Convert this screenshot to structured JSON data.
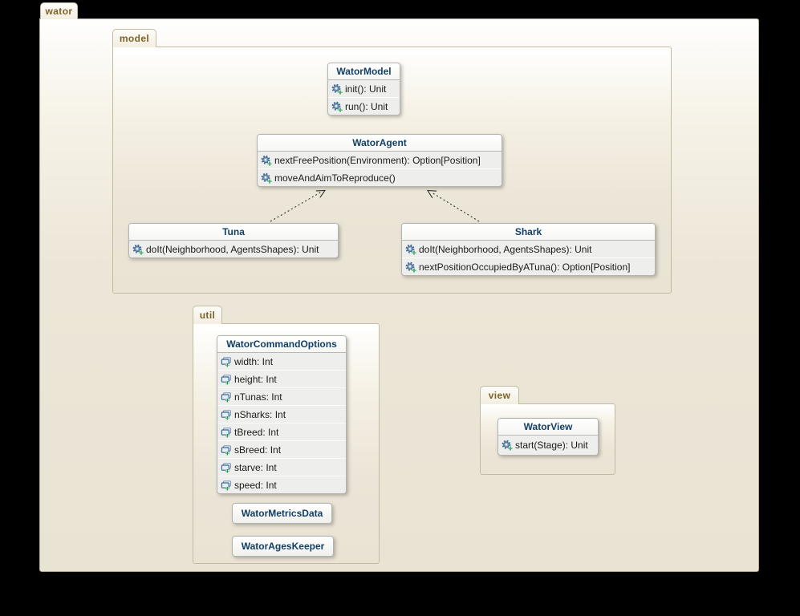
{
  "packages": {
    "wator": {
      "label": "wator"
    },
    "model": {
      "label": "model"
    },
    "util": {
      "label": "util"
    },
    "view": {
      "label": "view"
    }
  },
  "classes": {
    "watorModel": {
      "title": "WatorModel",
      "members": [
        "init(): Unit",
        "run(): Unit"
      ]
    },
    "watorAgent": {
      "title": "WatorAgent",
      "members": [
        "nextFreePosition(Environment): Option[Position]",
        "moveAndAimToReproduce()"
      ]
    },
    "tuna": {
      "title": "Tuna",
      "members": [
        "doIt(Neighborhood, AgentsShapes): Unit"
      ]
    },
    "shark": {
      "title": "Shark",
      "members": [
        "doIt(Neighborhood, AgentsShapes): Unit",
        "nextPositionOccupiedByATuna(): Option[Position]"
      ]
    },
    "watorCommandOptions": {
      "title": "WatorCommandOptions",
      "members": [
        "width: Int",
        "height: Int",
        "nTunas: Int",
        "nSharks: Int",
        "tBreed: Int",
        "sBreed: Int",
        "starve: Int",
        "speed: Int"
      ]
    },
    "watorMetricsData": {
      "title": "WatorMetricsData",
      "members": []
    },
    "watorAgesKeeper": {
      "title": "WatorAgesKeeper",
      "members": []
    },
    "watorView": {
      "title": "WatorView",
      "members": [
        "start(Stage): Unit"
      ]
    }
  },
  "relations": [
    {
      "from": "Tuna",
      "to": "WatorAgent",
      "line": "dotted",
      "arrow": "open"
    },
    {
      "from": "Shark",
      "to": "WatorAgent",
      "line": "dotted",
      "arrow": "open"
    }
  ],
  "colors": {
    "canvas_bg": "#000000",
    "class_title": "#123f66",
    "package_label": "#7b6226",
    "package_fill_top": "#fffffe",
    "package_fill_bottom": "#e9e3d4",
    "relation_line": "#2e2e2e",
    "icon_blue": "#3d6490",
    "icon_green": "#1f9d4e"
  }
}
